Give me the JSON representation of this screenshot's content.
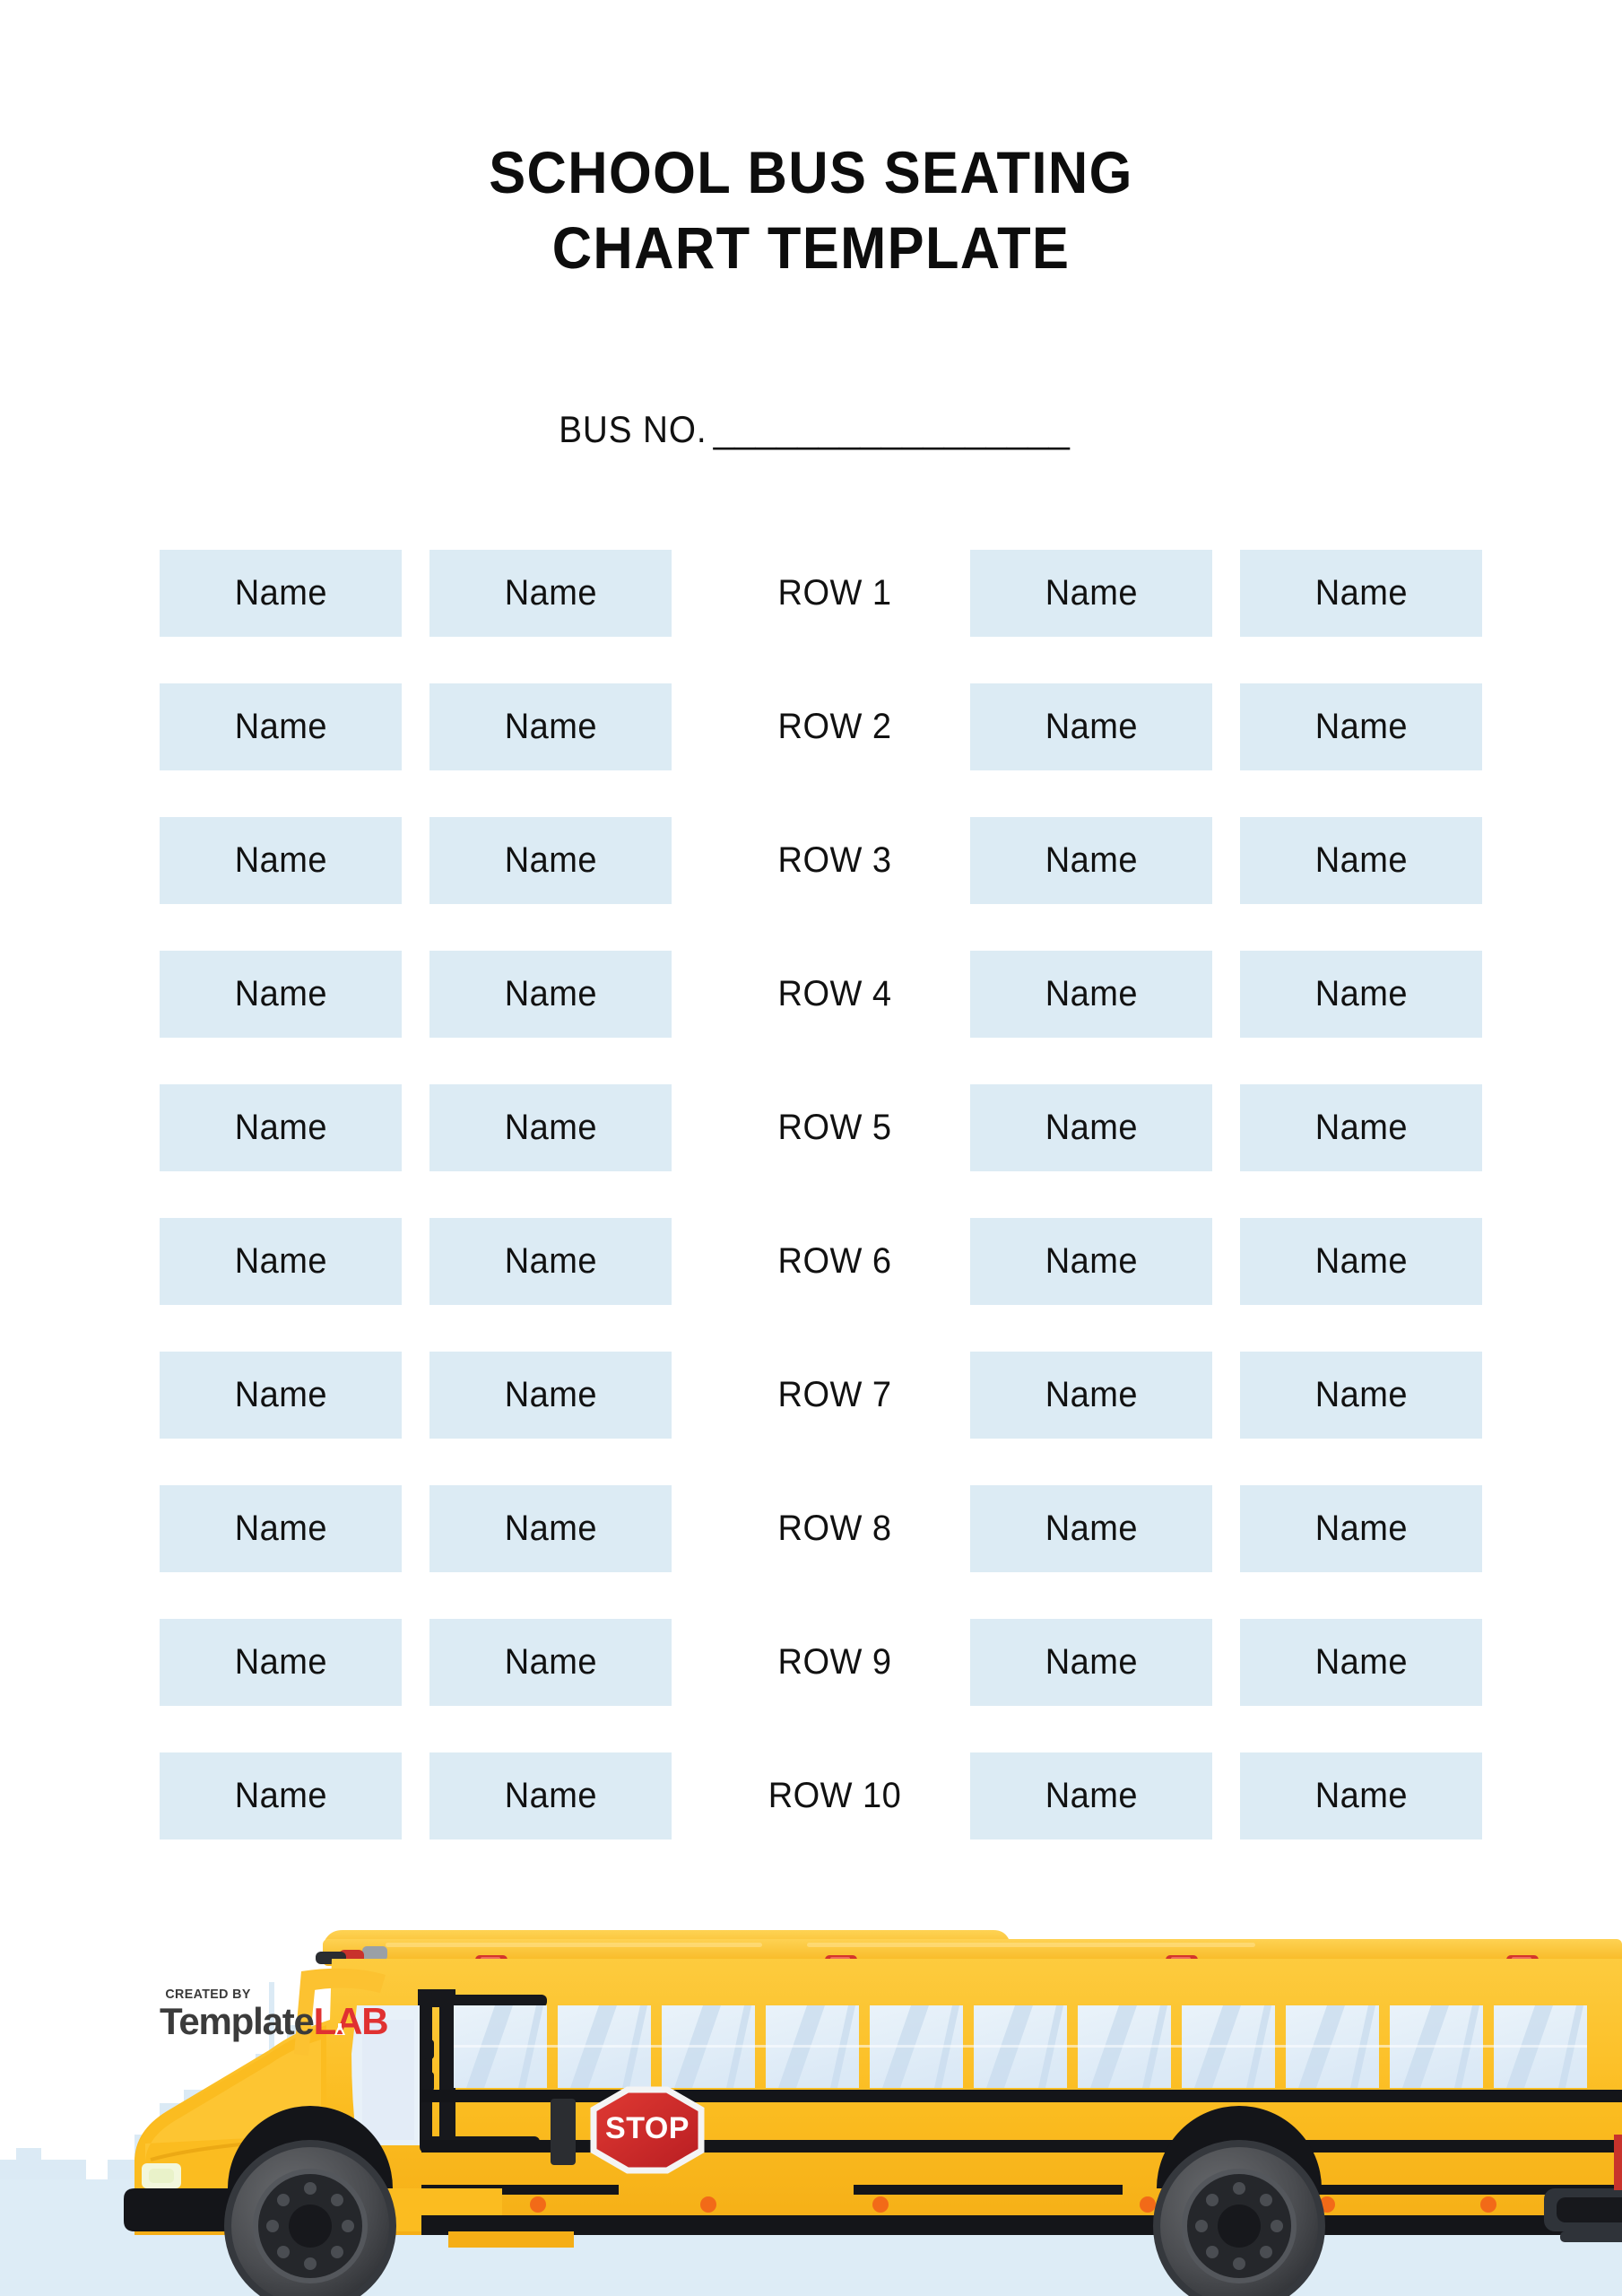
{
  "document": {
    "title_line_1": "SCHOOL BUS SEATING",
    "title_line_2": "CHART TEMPLATE",
    "bus_no_label": "BUS NO.",
    "bus_no_blank": "_________________"
  },
  "seating_chart": {
    "seat_placeholder": "Name",
    "columns": 5,
    "center_column_index": 2,
    "rows": [
      {
        "label": "ROW 1",
        "seats": [
          "Name",
          "Name",
          "Name",
          "Name"
        ]
      },
      {
        "label": "ROW 2",
        "seats": [
          "Name",
          "Name",
          "Name",
          "Name"
        ]
      },
      {
        "label": "ROW 3",
        "seats": [
          "Name",
          "Name",
          "Name",
          "Name"
        ]
      },
      {
        "label": "ROW 4",
        "seats": [
          "Name",
          "Name",
          "Name",
          "Name"
        ]
      },
      {
        "label": "ROW 5",
        "seats": [
          "Name",
          "Name",
          "Name",
          "Name"
        ]
      },
      {
        "label": "ROW 6",
        "seats": [
          "Name",
          "Name",
          "Name",
          "Name"
        ]
      },
      {
        "label": "ROW 7",
        "seats": [
          "Name",
          "Name",
          "Name",
          "Name"
        ]
      },
      {
        "label": "ROW 8",
        "seats": [
          "Name",
          "Name",
          "Name",
          "Name"
        ]
      },
      {
        "label": "ROW 9",
        "seats": [
          "Name",
          "Name",
          "Name",
          "Name"
        ]
      },
      {
        "label": "ROW 10",
        "seats": [
          "Name",
          "Name",
          "Name",
          "Name"
        ]
      }
    ]
  },
  "illustration": {
    "vehicle": "school-bus",
    "stop_sign_text": "STOP",
    "background": "city-skyline-silhouette"
  },
  "footer": {
    "created_by": "CREATED BY",
    "brand_first": "Template",
    "brand_second": "LAB"
  },
  "colors": {
    "page_background": "#ffffff",
    "seat_fill": "#dcebf4",
    "text": "#111111",
    "skyline": "#dbeaf5",
    "ground": "#ddecf6",
    "bus_yellow": "#fbbc20",
    "bus_yellow_light": "#fdcb3e",
    "bus_yellow_dark": "#f2a81a",
    "bus_black": "#15161a",
    "stop_red": "#cf2026",
    "window_blue": "#e5eff8",
    "brand_dark": "#3b3b3b",
    "brand_red": "#e03131"
  }
}
